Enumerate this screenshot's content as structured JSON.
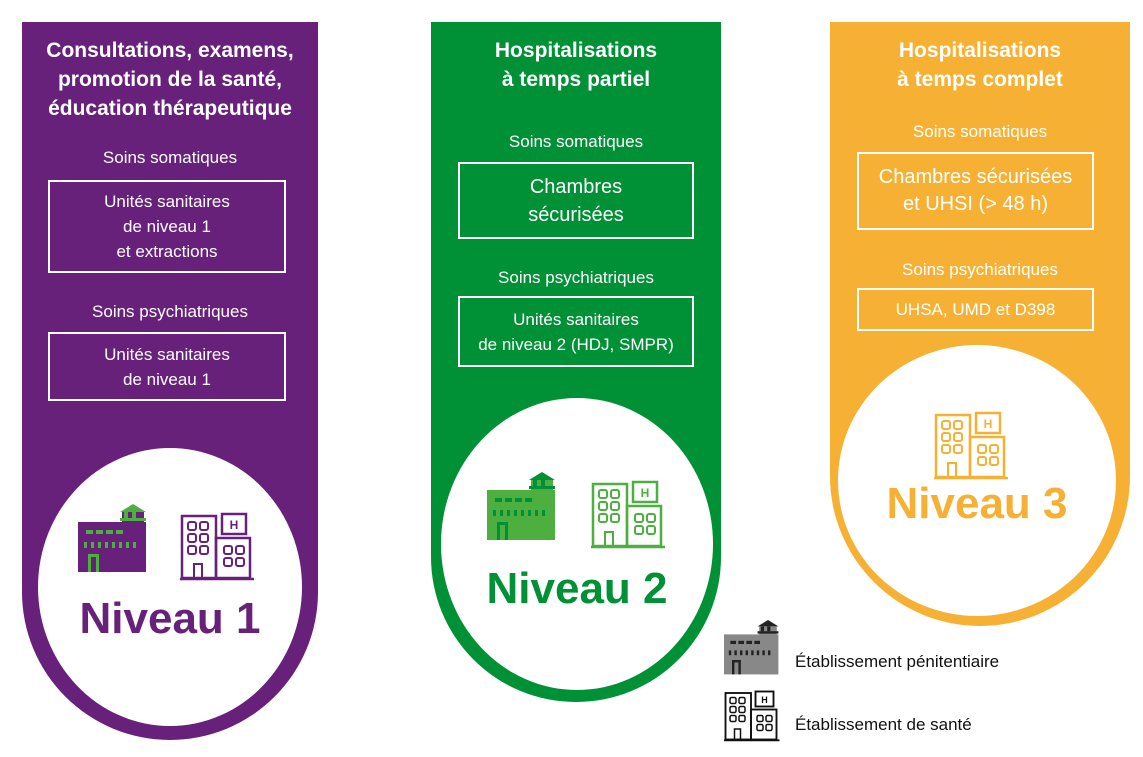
{
  "colors": {
    "niveau1": "#68217a",
    "niveau2": "#009036",
    "niveau3": "#f6b134",
    "prison_accent": "#4caf3f"
  },
  "columns": [
    {
      "title": "Consultations, examens,\npromotion de la santé,\néducation thérapeutique",
      "somatic_label": "Soins somatiques",
      "somatic_box": "Unités sanitaires\nde niveau 1\net extractions",
      "psy_label": "Soins psychiatriques",
      "psy_box": "Unités sanitaires\nde niveau 1",
      "level": "Niveau 1",
      "icons": [
        "prison-icon",
        "hospital-icon"
      ]
    },
    {
      "title": "Hospitalisations\nà temps partiel",
      "somatic_label": "Soins somatiques",
      "somatic_box": "Chambres\nsécurisées",
      "psy_label": "Soins psychiatriques",
      "psy_box": "Unités sanitaires\nde niveau 2 (HDJ, SMPR)",
      "level": "Niveau 2",
      "icons": [
        "prison-icon",
        "hospital-icon"
      ]
    },
    {
      "title": "Hospitalisations\nà temps complet",
      "somatic_label": "Soins somatiques",
      "somatic_box": "Chambres sécurisées\net UHSI (> 48 h)",
      "psy_label": "Soins psychiatriques",
      "psy_box": "UHSA, UMD et D398",
      "level": "Niveau 3",
      "icons": [
        "hospital-icon"
      ]
    }
  ],
  "legend": [
    {
      "icon": "prison-icon",
      "label": "Établissement pénitentiaire"
    },
    {
      "icon": "hospital-icon",
      "label": "Établissement de santé"
    }
  ]
}
